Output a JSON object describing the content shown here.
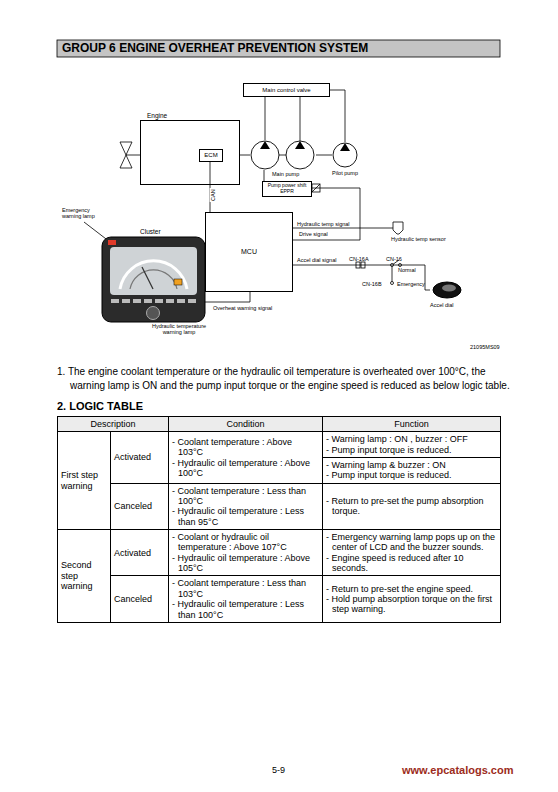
{
  "diagram": {
    "title": "GROUP 6 ENGINE OVERHEAT PREVENTION SYSTEM",
    "nodes": [
      {
        "text": [
          "Engine"
        ]
      },
      {
        "text": [
          "ECM"
        ],
        "in": 0
      },
      {
        "text": [
          "Main control valve"
        ]
      },
      {
        "text": [
          "Main pump"
        ]
      },
      {
        "text": [
          "Pilot pump"
        ]
      },
      {
        "text": [
          "Pump power shift EPPR"
        ]
      },
      {
        "text": [
          "MCU"
        ]
      },
      {
        "text": [
          "Cluster"
        ]
      },
      {
        "text": [
          "Hydraulic temp sensor"
        ]
      },
      {
        "text": [
          "Accel dial"
        ]
      }
    ],
    "edges": [
      {
        "from": 2,
        "to": 3,
        "arrow": "none"
      },
      {
        "from": 3,
        "to": 4,
        "arrow": "none"
      },
      {
        "from": 0,
        "to": 3,
        "arrow": "none"
      },
      {
        "from": 5,
        "to": 3,
        "arrow": "none"
      },
      {
        "from": 1,
        "to": 6,
        "label": "CAN",
        "arrow": "none"
      },
      {
        "from": 6,
        "to": 8,
        "label": "Hydraulic temp signal",
        "arrow": "none"
      },
      {
        "from": 6,
        "to": 5,
        "label": "Drive signal",
        "arrow": "none"
      },
      {
        "from": 6,
        "to": 9,
        "label": "Accel dial signal",
        "arrow": "none"
      },
      {
        "from": 6,
        "to": 7,
        "label": "Overheat warning signal",
        "arrow": "none"
      }
    ],
    "labels": [
      "Emergency warning lamp",
      "Hydraulic temperature warning lamp",
      "CN-16A",
      "CN-16",
      "Normal",
      "CN-16B",
      "Emergency",
      "21095MS09",
      "1. The engine coolant temperature or the hydraulic oil temperature is overheated over 100°C, the warning lamp is ON and the pump input torque or the engine speed is reduced as below logic table.",
      "2. LOGIC TABLE",
      "Description",
      "Condition",
      "Function",
      "First step warning",
      "Activated",
      "- Coolant temperature : Above 103°C",
      "- Hydraulic oil temperature : Above 100°C",
      "- Warning lamp : ON , buzzer : OFF",
      "- Pump input torque is reduced.",
      "- Warning lamp & buzzer : ON",
      "- Pump input torque is reduced.",
      "Canceled",
      "- Coolant temperature : Less than 100°C",
      "- Hydraulic oil temperature : Less than 95°C",
      "- Return to pre-set the pump absorption torque.",
      "Second step warning",
      "Activated",
      "- Coolant or hydraulic oil temperature : Above 107°C",
      "- Hydraulic oil temperature : Above 105°C",
      "- Emergency warning lamp pops up on the center of LCD and the buzzer sounds.",
      "- Engine speed is reduced after 10 seconds.",
      "Canceled",
      "- Coolant temperature : Less than 103°C",
      "- Hydraulic oil temperature : Less than 100°C",
      "- Return to pre-set the engine speed.",
      "- Hold pump absorption torque on the first step warning.",
      "5-9",
      "www.epcatalogs.com"
    ]
  }
}
